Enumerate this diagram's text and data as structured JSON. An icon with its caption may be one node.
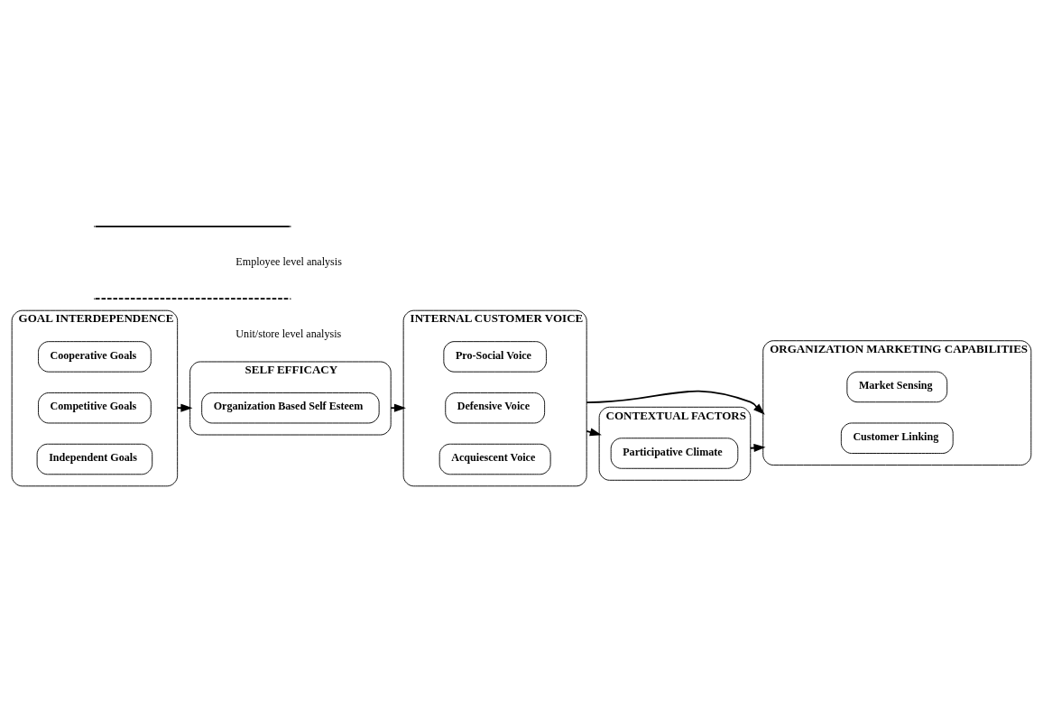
{
  "diagram": {
    "nodes": [
      {
        "text": [
          "GOAL INTERDEPENDENCE"
        ]
      },
      {
        "text": [
          "Cooperative Goals"
        ],
        "in": 0
      },
      {
        "text": [
          "Competitive Goals"
        ],
        "in": 0
      },
      {
        "text": [
          "Independent Goals"
        ],
        "in": 0
      },
      {
        "text": [
          "SELF EFFICACY"
        ]
      },
      {
        "text": [
          "Organization Based Self Esteem"
        ],
        "in": 4
      },
      {
        "text": [
          "INTERNAL CUSTOMER VOICE"
        ]
      },
      {
        "text": [
          "Pro-Social Voice"
        ],
        "in": 6
      },
      {
        "text": [
          "Defensive Voice"
        ],
        "in": 6
      },
      {
        "text": [
          "Acquiescent Voice"
        ],
        "in": 6
      },
      {
        "text": [
          "ORGANIZATION MARKETING CAPABILITIES"
        ]
      },
      {
        "text": [
          "Market Sensing"
        ],
        "in": 10
      },
      {
        "text": [
          "Customer Linking"
        ],
        "in": 10
      },
      {
        "text": [
          "CONTEXTUAL FACTORS"
        ]
      },
      {
        "text": [
          "Participative Climate"
        ],
        "in": 13
      }
    ],
    "edges": [
      {
        "from": 0,
        "to": 4,
        "arrow": "to"
      },
      {
        "from": 4,
        "to": 6,
        "arrow": "to"
      },
      {
        "from": 6,
        "to": 10,
        "arrow": "to"
      },
      {
        "from": 6,
        "to": 13,
        "arrow": "to",
        "style": "dashed"
      },
      {
        "from": 13,
        "to": 10,
        "arrow": "to",
        "style": "dashed"
      }
    ],
    "legend": [
      {
        "text": "Employee level analysis"
      },
      {
        "text": "Unit/store level analysis"
      }
    ]
  }
}
